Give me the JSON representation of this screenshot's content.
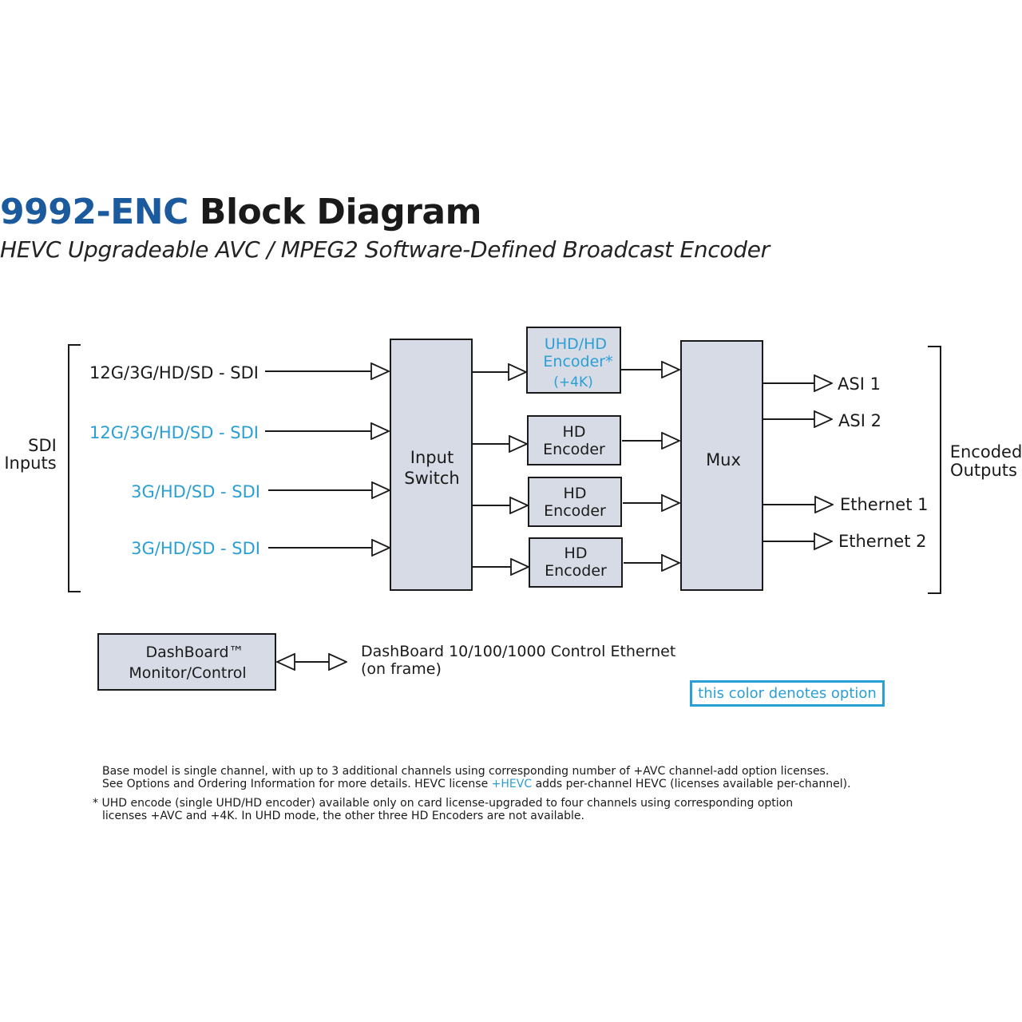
{
  "title": {
    "model": "9992-ENC",
    "rest": "Block Diagram"
  },
  "subtitle": "HEVC Upgradeable AVC / MPEG2 Software-Defined Broadcast Encoder",
  "colors": {
    "box_fill": "#d6dbe6",
    "option": "#2a9fd6",
    "title_blue": "#1c5a9e",
    "line": "#1a1a1a"
  },
  "groups": {
    "sdi_line1": "SDI",
    "sdi_line2": "Inputs",
    "out_line1": "Encoded",
    "out_line2": "Outputs"
  },
  "inputs": [
    {
      "label": "12G/3G/HD/SD - SDI",
      "option": false
    },
    {
      "label": "12G/3G/HD/SD - SDI",
      "option": true
    },
    {
      "label": "3G/HD/SD - SDI",
      "option": true
    },
    {
      "label": "3G/HD/SD - SDI",
      "option": true
    }
  ],
  "switch": {
    "line1": "Input",
    "line2": "Switch"
  },
  "encoders": [
    {
      "line1": "UHD/HD",
      "line2": "Encoder*",
      "line3": "(+4K)",
      "option": true
    },
    {
      "line1": "HD",
      "line2": "Encoder",
      "option": false
    },
    {
      "line1": "HD",
      "line2": "Encoder",
      "option": false
    },
    {
      "line1": "HD",
      "line2": "Encoder",
      "option": false
    }
  ],
  "mux": "Mux",
  "outputs": [
    "ASI 1",
    "ASI 2",
    "Ethernet 1",
    "Ethernet 2"
  ],
  "dashboard": {
    "line1": "DashBoard™",
    "line2": "Monitor/Control",
    "link_line1": "DashBoard 10/100/1000 Control Ethernet",
    "link_line2": "(on frame)"
  },
  "legend": "this color denotes option",
  "notes": {
    "n1_line1": "Base model is single channel,  with up to 3 additional channels using corresponding number of +AVC channel-add option licenses.",
    "n1_line2_pre": "See Options and Ordering Information for more details.  HEVC license ",
    "n1_line2_opt": "+HEVC",
    "n1_line2_post": " adds per-channel HEVC (licenses available per-channel).",
    "n2_line1": "* UHD encode (single UHD/HD encoder) available only on card license-upgraded to four channels using corresponding option",
    "n2_line2": "licenses +AVC and +4K.  In UHD mode,  the other three HD Encoders are not available."
  }
}
